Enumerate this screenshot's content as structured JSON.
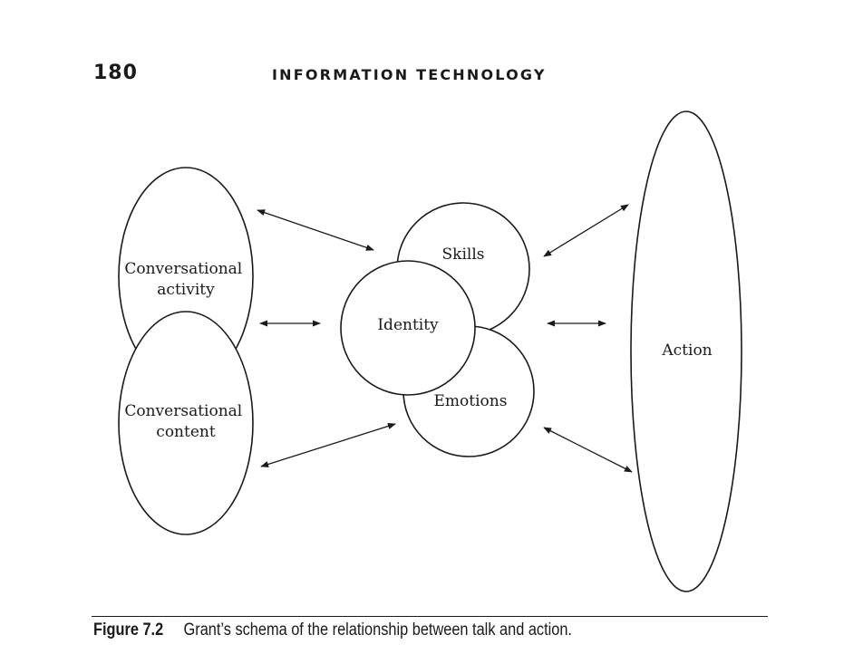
{
  "header": {
    "page_number": "180",
    "running_title": "INFORMATION TECHNOLOGY"
  },
  "figure": {
    "nodes": {
      "conversational_activity": [
        "Conversational",
        "activity"
      ],
      "conversational_content": [
        "Conversational",
        "content"
      ],
      "skills": "Skills",
      "identity": "Identity",
      "emotions": "Emotions",
      "action": "Action"
    },
    "caption_label": "Figure 7.2",
    "caption_text": "Grant’s schema of the relationship between talk and action."
  }
}
